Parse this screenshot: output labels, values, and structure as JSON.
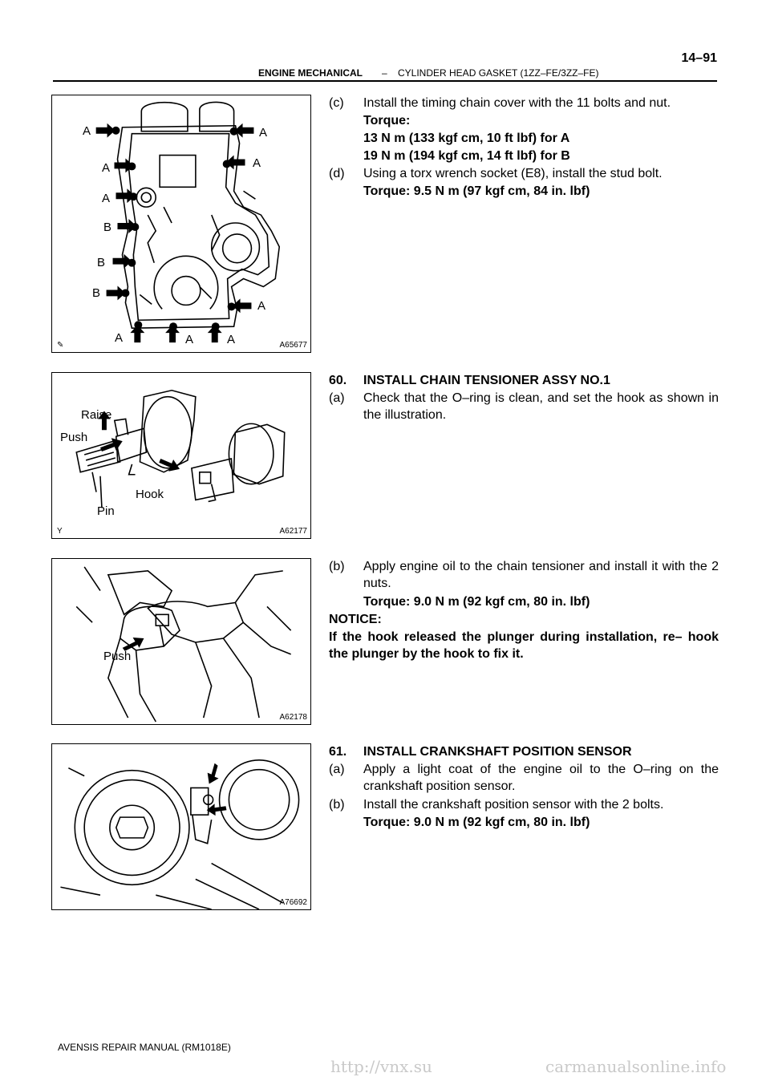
{
  "header": {
    "section": "ENGINE MECHANICAL",
    "separator": "–",
    "subsection": "CYLINDER HEAD GASKET (1ZZ–FE/3ZZ–FE)",
    "page_number": "14–91"
  },
  "figures": [
    {
      "id": "A65677",
      "labels": [
        "A",
        "A",
        "A",
        "A",
        "A",
        "B",
        "B",
        "B",
        "A",
        "A",
        "A",
        "A"
      ],
      "corner_mark": "✎"
    },
    {
      "id": "A62177",
      "labels": {
        "raise": "Raise",
        "push": "Push",
        "hook": "Hook",
        "pin": "Pin"
      },
      "corner_mark": "Y"
    },
    {
      "id": "A62178",
      "labels": {
        "push": "Push"
      }
    },
    {
      "id": "A76692"
    }
  ],
  "content": {
    "c_label": "(c)",
    "c_text": "Install the timing chain cover with the 11 bolts and nut.",
    "c_torque_head": "Torque:",
    "c_torque_a": "13 N m (133 kgf cm, 10 ft lbf) for A",
    "c_torque_b": "19 N m (194 kgf cm, 14 ft lbf) for B",
    "d_label": "(d)",
    "d_text": "Using a torx wrench socket (E8), install the stud bolt.",
    "d_torque": "Torque: 9.5 N m (97 kgf cm, 84 in. lbf)",
    "s60_num": "60.",
    "s60_title": "INSTALL CHAIN TENSIONER ASSY NO.1",
    "s60a_label": "(a)",
    "s60a_text": "Check that the O–ring is clean, and set the hook as shown in the illustration.",
    "s60b_label": "(b)",
    "s60b_text": "Apply engine oil to the chain tensioner and install it with the 2 nuts.",
    "s60b_torque": "Torque: 9.0 N m (92 kgf cm, 80 in. lbf)",
    "notice_head": "NOTICE:",
    "notice_text": "If the hook released the plunger during installation, re– hook the plunger by the hook to fix it.",
    "s61_num": "61.",
    "s61_title": "INSTALL CRANKSHAFT POSITION SENSOR",
    "s61a_label": "(a)",
    "s61a_text": "Apply a light coat of the engine oil to the O–ring on the crankshaft position sensor.",
    "s61b_label": "(b)",
    "s61b_text": "Install the crankshaft position sensor with the 2 bolts.",
    "s61b_torque": "Torque: 9.0 N m (92 kgf cm, 80 in. lbf)"
  },
  "footer": {
    "manual": "AVENSIS REPAIR MANUAL   (RM1018E)"
  },
  "watermarks": {
    "left": "http://vnx.su",
    "right": "carmanualsonline.info"
  }
}
